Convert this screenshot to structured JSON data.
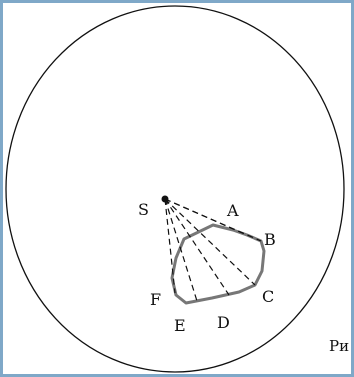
{
  "diagram": {
    "point_labels": {
      "s": "S",
      "a": "A",
      "b": "B",
      "c": "C",
      "d": "D",
      "e": "E",
      "f": "F"
    },
    "caption": "Ри"
  },
  "colors": {
    "frame_border": "#7fa8c8",
    "outline": "#111111",
    "shape_stroke": "#777777"
  }
}
